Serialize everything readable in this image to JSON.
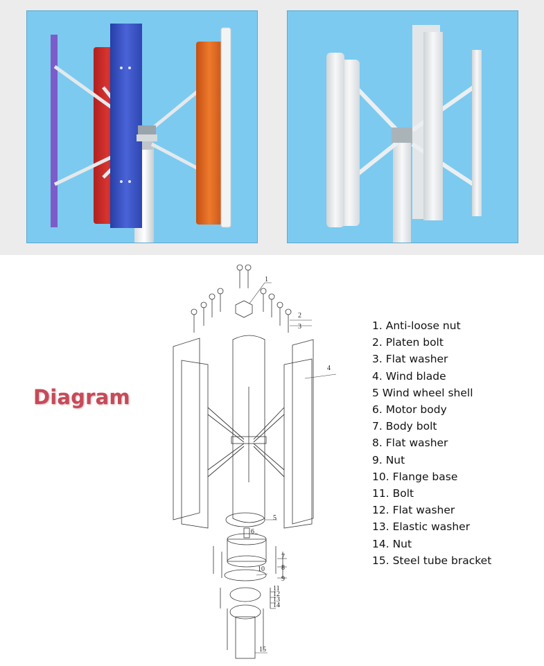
{
  "heading": "Diagram",
  "legend": [
    "1. Anti-loose nut",
    "2. Platen bolt",
    "3. Flat washer",
    "4. Wind blade",
    "5 Wind wheel shell",
    "6. Motor body",
    "7. Body bolt",
    "8. Flat washer",
    "9. Nut",
    "10. Flange base",
    "11. Bolt",
    "12. Flat washer",
    "13. Elastic washer",
    "14. Nut",
    "15. Steel tube bracket"
  ],
  "callouts": [
    "1",
    "2",
    "3",
    "4",
    "5",
    "6",
    "7",
    "8",
    "9",
    "10",
    "11",
    "12",
    "13",
    "14",
    "15"
  ],
  "colors": {
    "sky": "#7ccaf0",
    "heading": "#c64a58",
    "blade_purple": "#7c5cc8",
    "blade_red": "#cc2b2b",
    "blade_blue": "#3a52c4",
    "blade_orange": "#e0651f",
    "blade_white": "#f2f4f4"
  }
}
